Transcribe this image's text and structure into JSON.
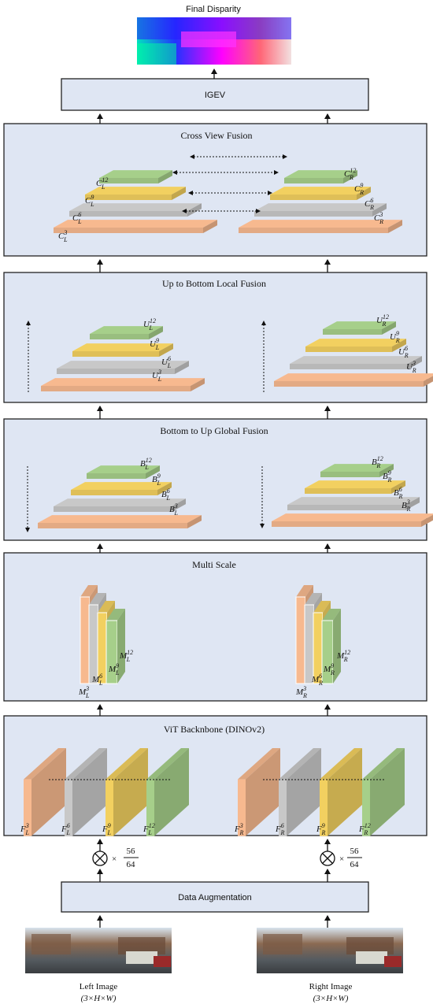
{
  "top_label": "Final Disparity",
  "igev_label": "IGEV",
  "cross_view_title": "Cross View Fusion",
  "up_bottom_title": "Up to Bottom Local Fusion",
  "bottom_up_title": "Bottom to Up Global Fusion",
  "multi_scale_title": "Multi Scale",
  "vit_title": "ViT Backnbone (DINOv2)",
  "data_aug_label": "Data Augmentation",
  "scale_num": "56",
  "scale_den": "64",
  "scale_times": "×",
  "left_caption_1": "Left Image",
  "left_caption_2": "(3×H×W)",
  "right_caption_1": "Right Image",
  "right_caption_2": "(3×H×W)",
  "layer_sup": [
    "3",
    "6",
    "9",
    "12"
  ],
  "side_L": "L",
  "side_R": "R",
  "letters": {
    "cross": "C",
    "up": "U",
    "bottom": "B",
    "multi": "M",
    "vit": "F"
  },
  "colors": {
    "panel": "#dfe6f3",
    "orange": "#f7b98f",
    "gray": "#c8c8c8",
    "yellow": "#f2d060",
    "green": "#a6cf8a"
  }
}
